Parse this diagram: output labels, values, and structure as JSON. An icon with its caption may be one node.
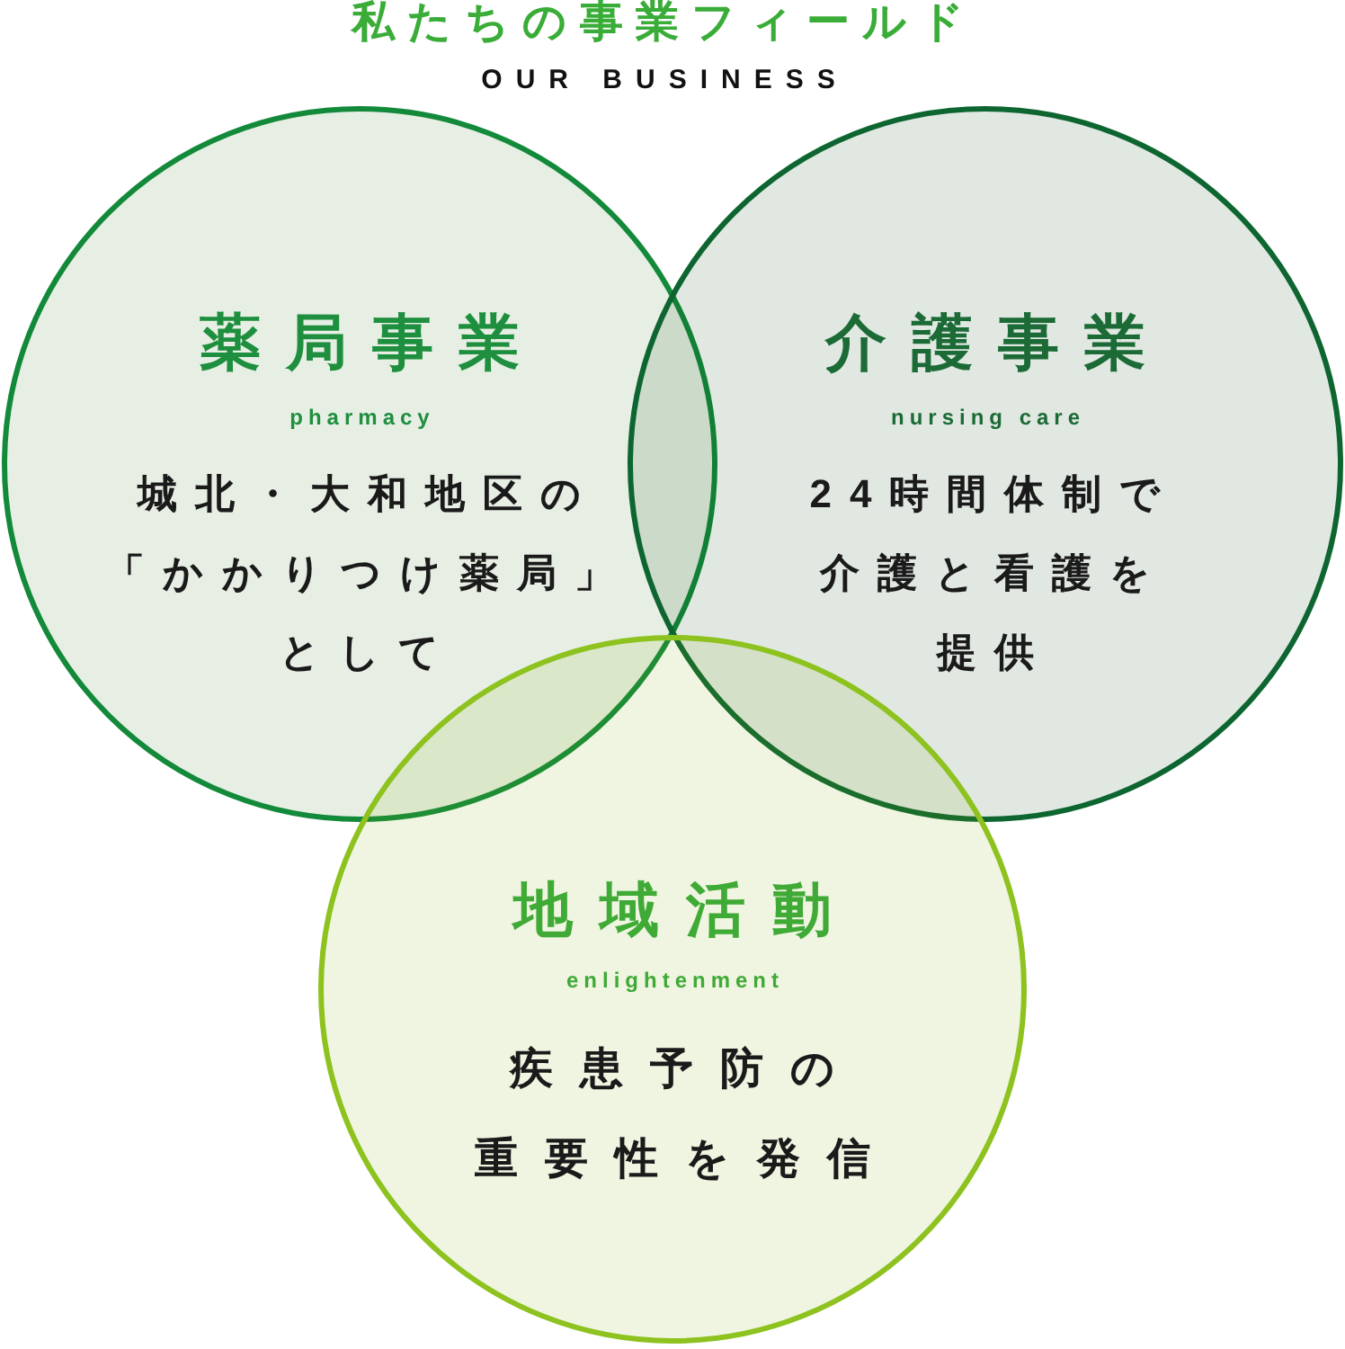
{
  "diagram": {
    "title": "私たちの事業フィールド",
    "nodes": [
      {
        "text": [
          "薬局事業",
          "pharmacy",
          "城北・大和地区の「かかりつけ薬局」として"
        ]
      },
      {
        "text": [
          "介護事業",
          "nursing care",
          "24時間体制で介護と看護を提供"
        ]
      },
      {
        "text": [
          "地域活動",
          "enlightenment",
          "疾患予防の重要性を発信"
        ]
      }
    ],
    "labels": [
      "OUR BUSINESS"
    ]
  }
}
